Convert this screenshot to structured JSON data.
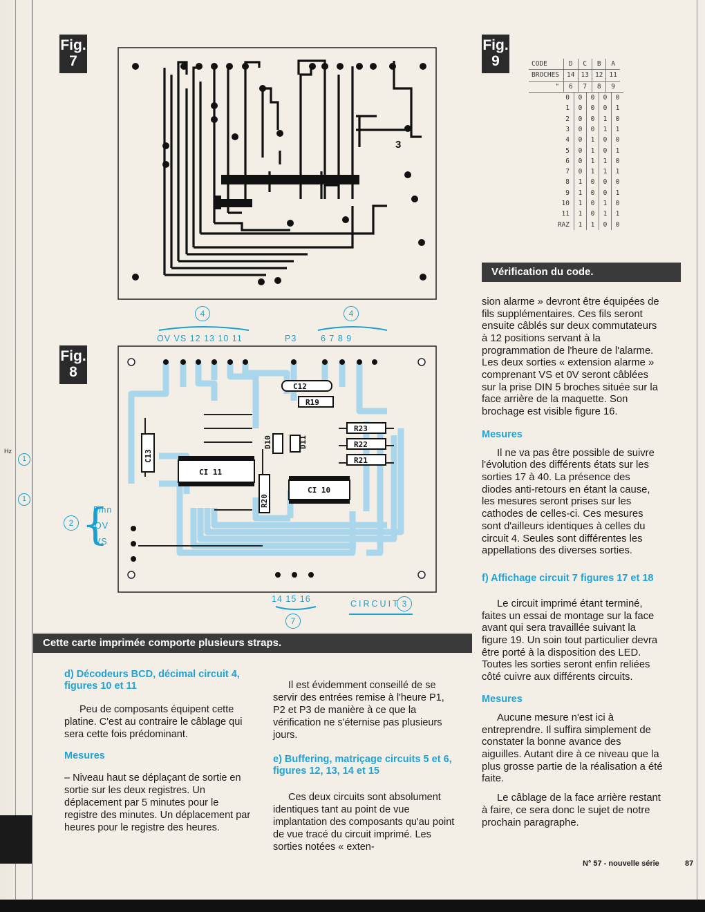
{
  "fig7": {
    "tag_fig": "Fig.",
    "tag_num": "7",
    "pad_label": "3"
  },
  "fig8": {
    "tag_fig": "Fig.",
    "tag_num": "8",
    "ann_left": "OV VS 12 13 10 11",
    "ann_mid": "P3",
    "ann_right": "6 7 8 9",
    "circ4": "4",
    "comp": [
      "C12",
      "R19",
      "R23",
      "R22",
      "R21",
      "C13",
      "CI 11",
      "D10",
      "D11",
      "R20",
      "CI 10"
    ],
    "side_labels": [
      "5mn",
      "OV",
      "VS"
    ],
    "circ2": "2",
    "bottom_pins": "14 15 16",
    "circ7": "7",
    "circuit_label": "CIRCUIT",
    "circ3": "3"
  },
  "caption_left": "Cette carte imprimée comporte plusieurs straps.",
  "fig9": {
    "tag_fig": "Fig.",
    "tag_num": "9",
    "headers": [
      "CODE",
      "D",
      "C",
      "B",
      "A"
    ],
    "broches": [
      "BROCHES",
      "14",
      "13",
      "12",
      "11"
    ],
    "ditto": [
      "\"",
      "6",
      "7",
      "8",
      "9"
    ],
    "rows": [
      [
        "0",
        "0",
        "0",
        "0",
        "0"
      ],
      [
        "1",
        "0",
        "0",
        "0",
        "1"
      ],
      [
        "2",
        "0",
        "0",
        "1",
        "0"
      ],
      [
        "3",
        "0",
        "0",
        "1",
        "1"
      ],
      [
        "4",
        "0",
        "1",
        "0",
        "0"
      ],
      [
        "5",
        "0",
        "1",
        "0",
        "1"
      ],
      [
        "6",
        "0",
        "1",
        "1",
        "0"
      ],
      [
        "7",
        "0",
        "1",
        "1",
        "1"
      ],
      [
        "8",
        "1",
        "0",
        "0",
        "0"
      ],
      [
        "9",
        "1",
        "0",
        "0",
        "1"
      ],
      [
        "10",
        "1",
        "0",
        "1",
        "0"
      ],
      [
        "11",
        "1",
        "0",
        "1",
        "1"
      ],
      [
        "RAZ",
        "1",
        "1",
        "0",
        "0"
      ]
    ]
  },
  "caption_right": "Vérification du code.",
  "left_margin": {
    "hz": "Hz",
    "c1": "1",
    "c2": "1"
  },
  "col1": {
    "h1": "d) Décodeurs BCD, décimal circuit 4, figures 10 et 11",
    "p1": "Peu de composants équipent cette platine. C'est au contraire le câblage qui sera cette fois prédominant.",
    "h2": "Mesures",
    "p2": "– Niveau haut se déplaçant de sortie en sortie sur les deux registres. Un déplacement par 5 minutes pour le registre des minutes. Un déplacement par heures pour le registre des heures."
  },
  "col2": {
    "p1": "Il est évidemment conseillé de se servir des entrées remise à l'heure P1, P2 et P3 de manière à ce que la vérification ne s'éternise pas plusieurs jours.",
    "h1": "e) Buffering, matriçage circuits 5 et 6, figures 12, 13, 14 et 15",
    "p2": "Ces deux circuits sont absolument identiques tant au point de vue implantation des composants qu'au point de vue tracé du circuit imprimé. Les sorties notées « exten-"
  },
  "col3": {
    "p1": "sion alarme » devront être équipées de fils supplémentaires. Ces fils seront ensuite câblés sur deux commutateurs à 12 positions servant à la programmation de l'heure de l'alarme. Les deux sorties « extension alarme » comprenant VS et 0V seront câblées sur la prise DIN 5 broches située sur la face arrière de la maquette. Son brochage est visible figure 16.",
    "h1": "Mesures",
    "p2": "Il ne va pas être possible de suivre l'évolution des différents états sur les sorties 17 à 40. La présence des diodes anti-retours en étant la cause, les mesures seront prises sur les cathodes de celles-ci. Ces mesures sont d'ailleurs identiques à celles du circuit 4. Seules sont différentes les appellations des diverses sorties.",
    "h2": "f) Affichage circuit 7 figures 17 et 18",
    "p3": "Le circuit imprimé étant terminé, faites un essai de montage sur la face avant qui sera travaillée suivant la figure 19. Un soin tout particulier devra être porté à la disposition des LED. Toutes les sorties seront enfin reliées côté cuivre aux différents circuits.",
    "h3": "Mesures",
    "p4": "Aucune mesure n'est ici à entreprendre. Il suffira simplement de constater la bonne avance des aiguilles. Autant dire à ce niveau que la plus grosse partie de la réalisation a été faite.",
    "p5": "Le câblage de la face arrière restant à faire, ce sera donc le sujet de notre prochain paragraphe."
  },
  "footer": {
    "issue": "N° 57 - nouvelle série",
    "page": "87"
  }
}
